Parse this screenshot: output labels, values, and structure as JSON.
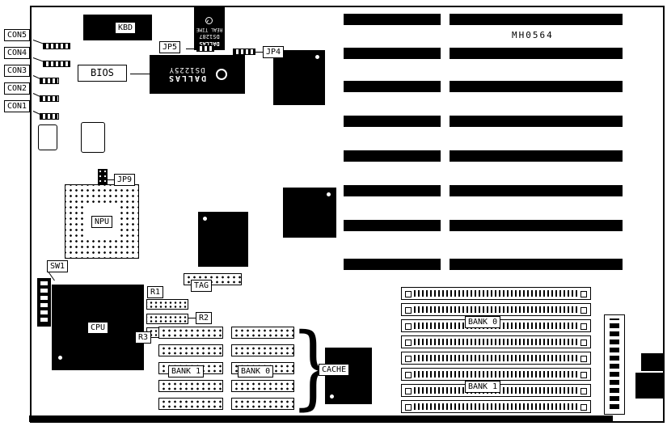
{
  "board": {
    "part_number": "MH0564"
  },
  "glyphs": {
    "brace": "}"
  },
  "connectors": {
    "con5": {
      "label": "CON5"
    },
    "con4": {
      "label": "CON4"
    },
    "con3": {
      "label": "CON3"
    },
    "con2": {
      "label": "CON2"
    },
    "con1": {
      "label": "CON1"
    }
  },
  "jumpers": {
    "jp5": {
      "label": "JP5"
    },
    "jp4": {
      "label": "JP4"
    },
    "jp9": {
      "label": "JP9"
    }
  },
  "switches": {
    "sw1": {
      "label": "SW1"
    }
  },
  "chips": {
    "kbd": {
      "label": "KBD"
    },
    "bios": {
      "label": "BIOS"
    },
    "rtc": {
      "brand": "DALLAS",
      "part": "DS1287",
      "subtitle": "REAL TIME"
    },
    "nvram": {
      "brand": "DALLAS",
      "part": "DS1225Y"
    },
    "npu": {
      "label": "NPU"
    },
    "cpu": {
      "label": "CPU"
    }
  },
  "resistors": {
    "r1": {
      "label": "R1"
    },
    "r2": {
      "label": "R2"
    },
    "r3": {
      "label": "R3"
    }
  },
  "cache": {
    "label": "CACHE",
    "tag_label": "TAG",
    "bank1": {
      "label": "BANK 1"
    },
    "bank0": {
      "label": "BANK 0"
    }
  },
  "memory": {
    "bank0": {
      "label": "BANK 0"
    },
    "bank1": {
      "label": "BANK 1"
    }
  }
}
